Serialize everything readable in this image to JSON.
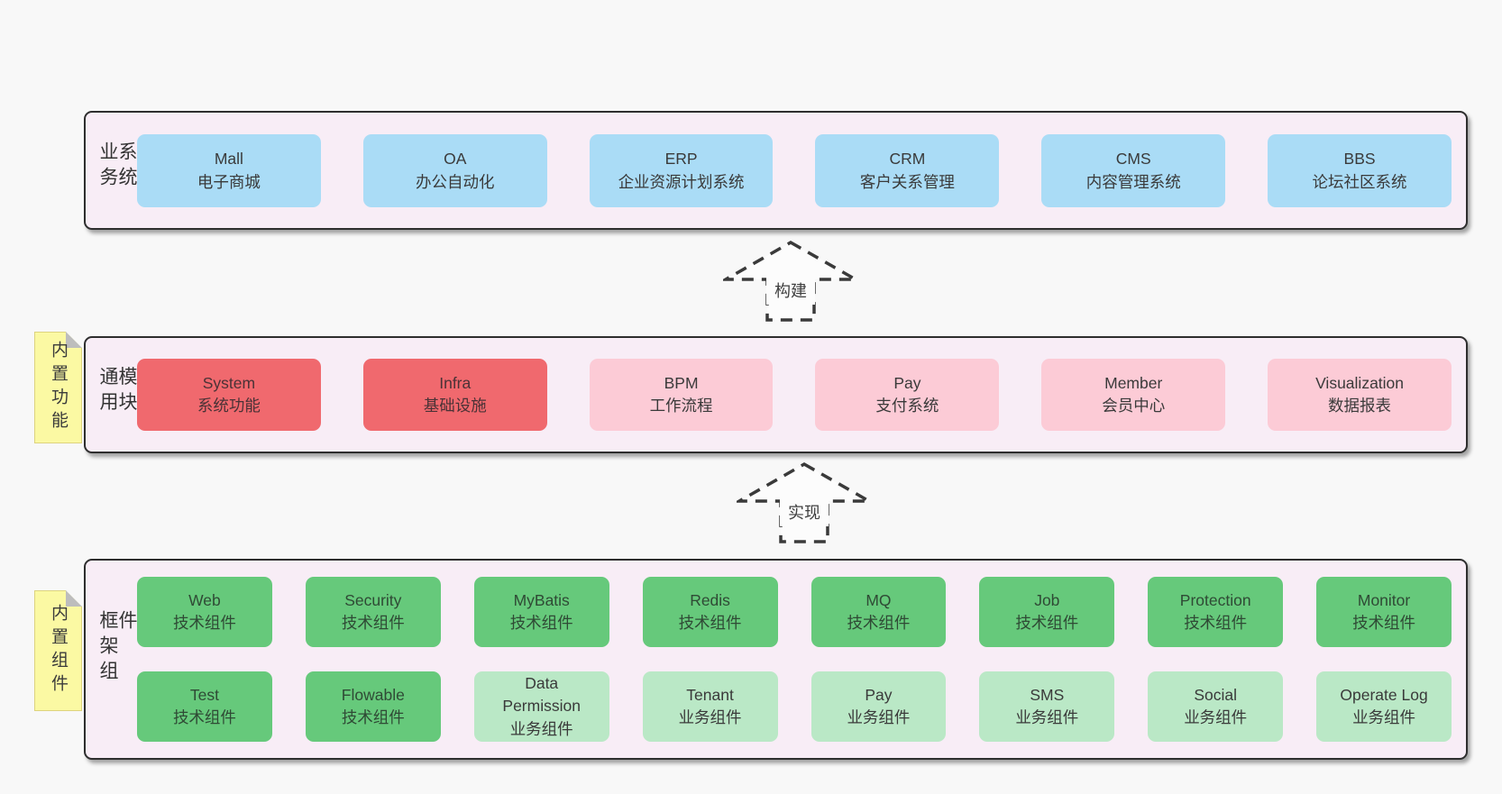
{
  "colors": {
    "page_bg": "#f8f8f8",
    "section_bg": "#f8edf6",
    "section_border": "#2e2e2e",
    "blue_box": "#aadcf6",
    "red_box": "#f0696e",
    "pink_box": "#fccbd6",
    "green_box": "#66c97b",
    "light_green_box": "#bae8c6",
    "sticky_yellow": "#fbf9a3",
    "sticky_fold_gray": "#bdbdbd",
    "text": "#3a3a3a"
  },
  "sections": [
    {
      "label": "业务系统",
      "boxes": [
        {
          "name": "Mall",
          "desc": "电子商城"
        },
        {
          "name": "OA",
          "desc": "办公自动化"
        },
        {
          "name": "ERP",
          "desc": "企业资源计划系统"
        },
        {
          "name": "CRM",
          "desc": "客户关系管理"
        },
        {
          "name": "CMS",
          "desc": "内容管理系统"
        },
        {
          "name": "BBS",
          "desc": "论坛社区系统"
        }
      ]
    },
    {
      "label": "通用模块",
      "sticky": "内置功能",
      "boxes": [
        {
          "name": "System",
          "desc": "系统功能"
        },
        {
          "name": "Infra",
          "desc": "基础设施"
        },
        {
          "name": "BPM",
          "desc": "工作流程"
        },
        {
          "name": "Pay",
          "desc": "支付系统"
        },
        {
          "name": "Member",
          "desc": "会员中心"
        },
        {
          "name": "Visualization",
          "desc": "数据报表"
        }
      ]
    },
    {
      "label": "框架组件",
      "sticky": "内置组件",
      "rows": [
        [
          {
            "name": "Web",
            "desc": "技术组件"
          },
          {
            "name": "Security",
            "desc": "技术组件"
          },
          {
            "name": "MyBatis",
            "desc": "技术组件"
          },
          {
            "name": "Redis",
            "desc": "技术组件"
          },
          {
            "name": "MQ",
            "desc": "技术组件"
          },
          {
            "name": "Job",
            "desc": "技术组件"
          },
          {
            "name": "Protection",
            "desc": "技术组件"
          },
          {
            "name": "Monitor",
            "desc": "技术组件"
          }
        ],
        [
          {
            "name": "Test",
            "desc": "技术组件"
          },
          {
            "name": "Flowable",
            "desc": "技术组件"
          },
          {
            "name": "Data Permission",
            "desc": "业务组件"
          },
          {
            "name": "Tenant",
            "desc": "业务组件"
          },
          {
            "name": "Pay",
            "desc": "业务组件"
          },
          {
            "name": "SMS",
            "desc": "业务组件"
          },
          {
            "name": "Social",
            "desc": "业务组件"
          },
          {
            "name": "Operate Log",
            "desc": "业务组件"
          }
        ]
      ]
    }
  ],
  "arrows": [
    {
      "label": "构建"
    },
    {
      "label": "实现"
    }
  ]
}
